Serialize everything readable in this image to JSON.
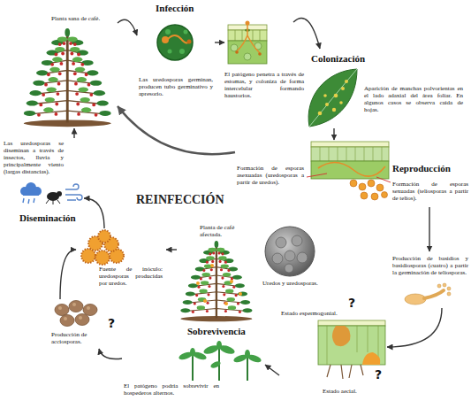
{
  "diagram": {
    "nodes": [
      {
        "text": [
          "Planta sana de café."
        ]
      },
      {
        "text": [
          "Infección",
          "Las uredosporas germinan, producen tubo germinativo y apresorio."
        ]
      },
      {
        "text": [
          "El patógeno penetra a través de estomas, y coloniza de forma intercelular formando haustorios."
        ]
      },
      {
        "text": [
          "Colonización",
          "Aparición de manchas polvorientas en el lado adaxial del área foliar. En algunos casos se observa caída de hojas."
        ]
      },
      {
        "text": [
          "Reproducción",
          "Formación de esporas asexuadas (uredosporas a partir de uredos).",
          "Formación de esporas sexuadas (teliosporas a partir de telios)."
        ]
      },
      {
        "text": [
          "Producción de basidios y basidiosporas (cuatro) a partir la germinación de teliosporas."
        ]
      },
      {
        "text": [
          "Estado espermogonial.",
          "?",
          "Estado aecial.",
          "?"
        ]
      },
      {
        "text": [
          "Sobrevivencia",
          "El patógeno podría sobrevivir en hospederos alternos."
        ]
      },
      {
        "text": [
          "Producción de acciosporas.",
          "?"
        ]
      },
      {
        "text": [
          "Fuente de inóculo: uredosporas producidas por uredos."
        ]
      },
      {
        "text": [
          "Diseminación",
          "Las uredosporas se diseminan a través de insectos, lluvia y principalmente viento (largas distancias)."
        ]
      },
      {
        "text": [
          "Planta de café afectada."
        ]
      },
      {
        "text": [
          "Uredos y uredosporas."
        ]
      }
    ],
    "edges": [
      {
        "from": 0,
        "to": 1,
        "arrow": "to"
      },
      {
        "from": 1,
        "to": 2,
        "arrow": "to"
      },
      {
        "from": 2,
        "to": 3,
        "arrow": "to"
      },
      {
        "from": 3,
        "to": 4,
        "arrow": "to"
      },
      {
        "from": 4,
        "to": 5,
        "arrow": "to"
      },
      {
        "from": 5,
        "to": 6,
        "arrow": "to"
      },
      {
        "from": 6,
        "to": 7,
        "arrow": "to"
      },
      {
        "from": 7,
        "to": 8,
        "arrow": "to"
      },
      {
        "from": 8,
        "to": 9,
        "arrow": "to"
      },
      {
        "from": 9,
        "to": 10,
        "arrow": "to"
      },
      {
        "from": 10,
        "to": 0,
        "arrow": "to"
      },
      {
        "from": 11,
        "to": 9,
        "arrow": "to"
      },
      {
        "from": 4,
        "to": 0,
        "label": "REINFECCIÓN",
        "arrow": "to"
      }
    ]
  }
}
